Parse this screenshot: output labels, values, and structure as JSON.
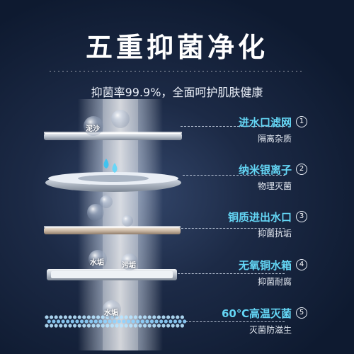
{
  "headline": "五重抑菌净化",
  "subheadline": "抑菌率99.9%，全面呵护肌肤健康",
  "stages": [
    {
      "num": "1",
      "title": "进水口滤网",
      "desc": "隔离杂质"
    },
    {
      "num": "2",
      "title": "纳米银离子",
      "desc": "物理灭菌"
    },
    {
      "num": "3",
      "title": "铜质进出水口",
      "desc": "抑菌抗垢"
    },
    {
      "num": "4",
      "title": "无氧铜水箱",
      "desc": "抑菌耐腐"
    },
    {
      "num": "5",
      "title": "60℃高温灭菌",
      "desc": "灭菌防滋生"
    }
  ],
  "bubble_labels": {
    "mud": "泥沙",
    "scale_left": "水垢",
    "scale_right": "污垢",
    "scale_bottom": "水垢"
  },
  "colors": {
    "accent": "#64d6f5",
    "background": "#1c2a46"
  }
}
